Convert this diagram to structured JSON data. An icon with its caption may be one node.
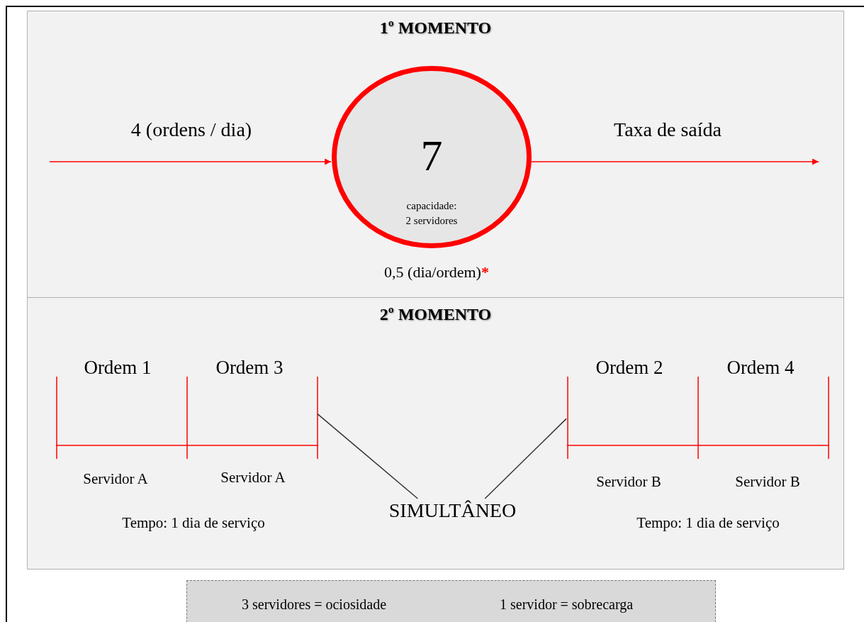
{
  "diagram": {
    "nodes": [
      {
        "text": [
          "1º MOMENTO"
        ]
      },
      {
        "text": [
          "7",
          "capacidade: 2 servidores"
        ],
        "in": 0,
        "beside": [
          "0,5 (dia/ordem)*"
        ]
      },
      {
        "text": [
          "2º MOMENTO"
        ]
      },
      {
        "text": [],
        "shape": "bar",
        "in": 2,
        "beside": [
          "Ordem 1",
          "Ordem 3",
          "Servidor A",
          "Servidor A",
          "Tempo: 1 dia de serviço"
        ]
      },
      {
        "text": [
          "SIMULTÂNEO"
        ],
        "in": 2
      },
      {
        "text": [],
        "shape": "bar",
        "in": 2,
        "beside": [
          "Ordem 2",
          "Ordem 4",
          "Servidor B",
          "Servidor B",
          "Tempo: 1 dia de serviço"
        ]
      },
      {
        "text": [
          "3 servidores = ociosidade",
          "1 servidor = sobrecarga"
        ]
      }
    ],
    "edges": [
      {
        "from": null,
        "to": 1,
        "arrow": "to",
        "label": "4 (ordens / dia)",
        "color": "#ff0000"
      },
      {
        "from": 1,
        "to": null,
        "arrow": "to",
        "label": "Taxa de saída",
        "color": "#ff0000"
      },
      {
        "from": 4,
        "to": 3,
        "arrow": "none",
        "color": "#333333"
      },
      {
        "from": 4,
        "to": 5,
        "arrow": "none",
        "color": "#333333"
      }
    ]
  }
}
